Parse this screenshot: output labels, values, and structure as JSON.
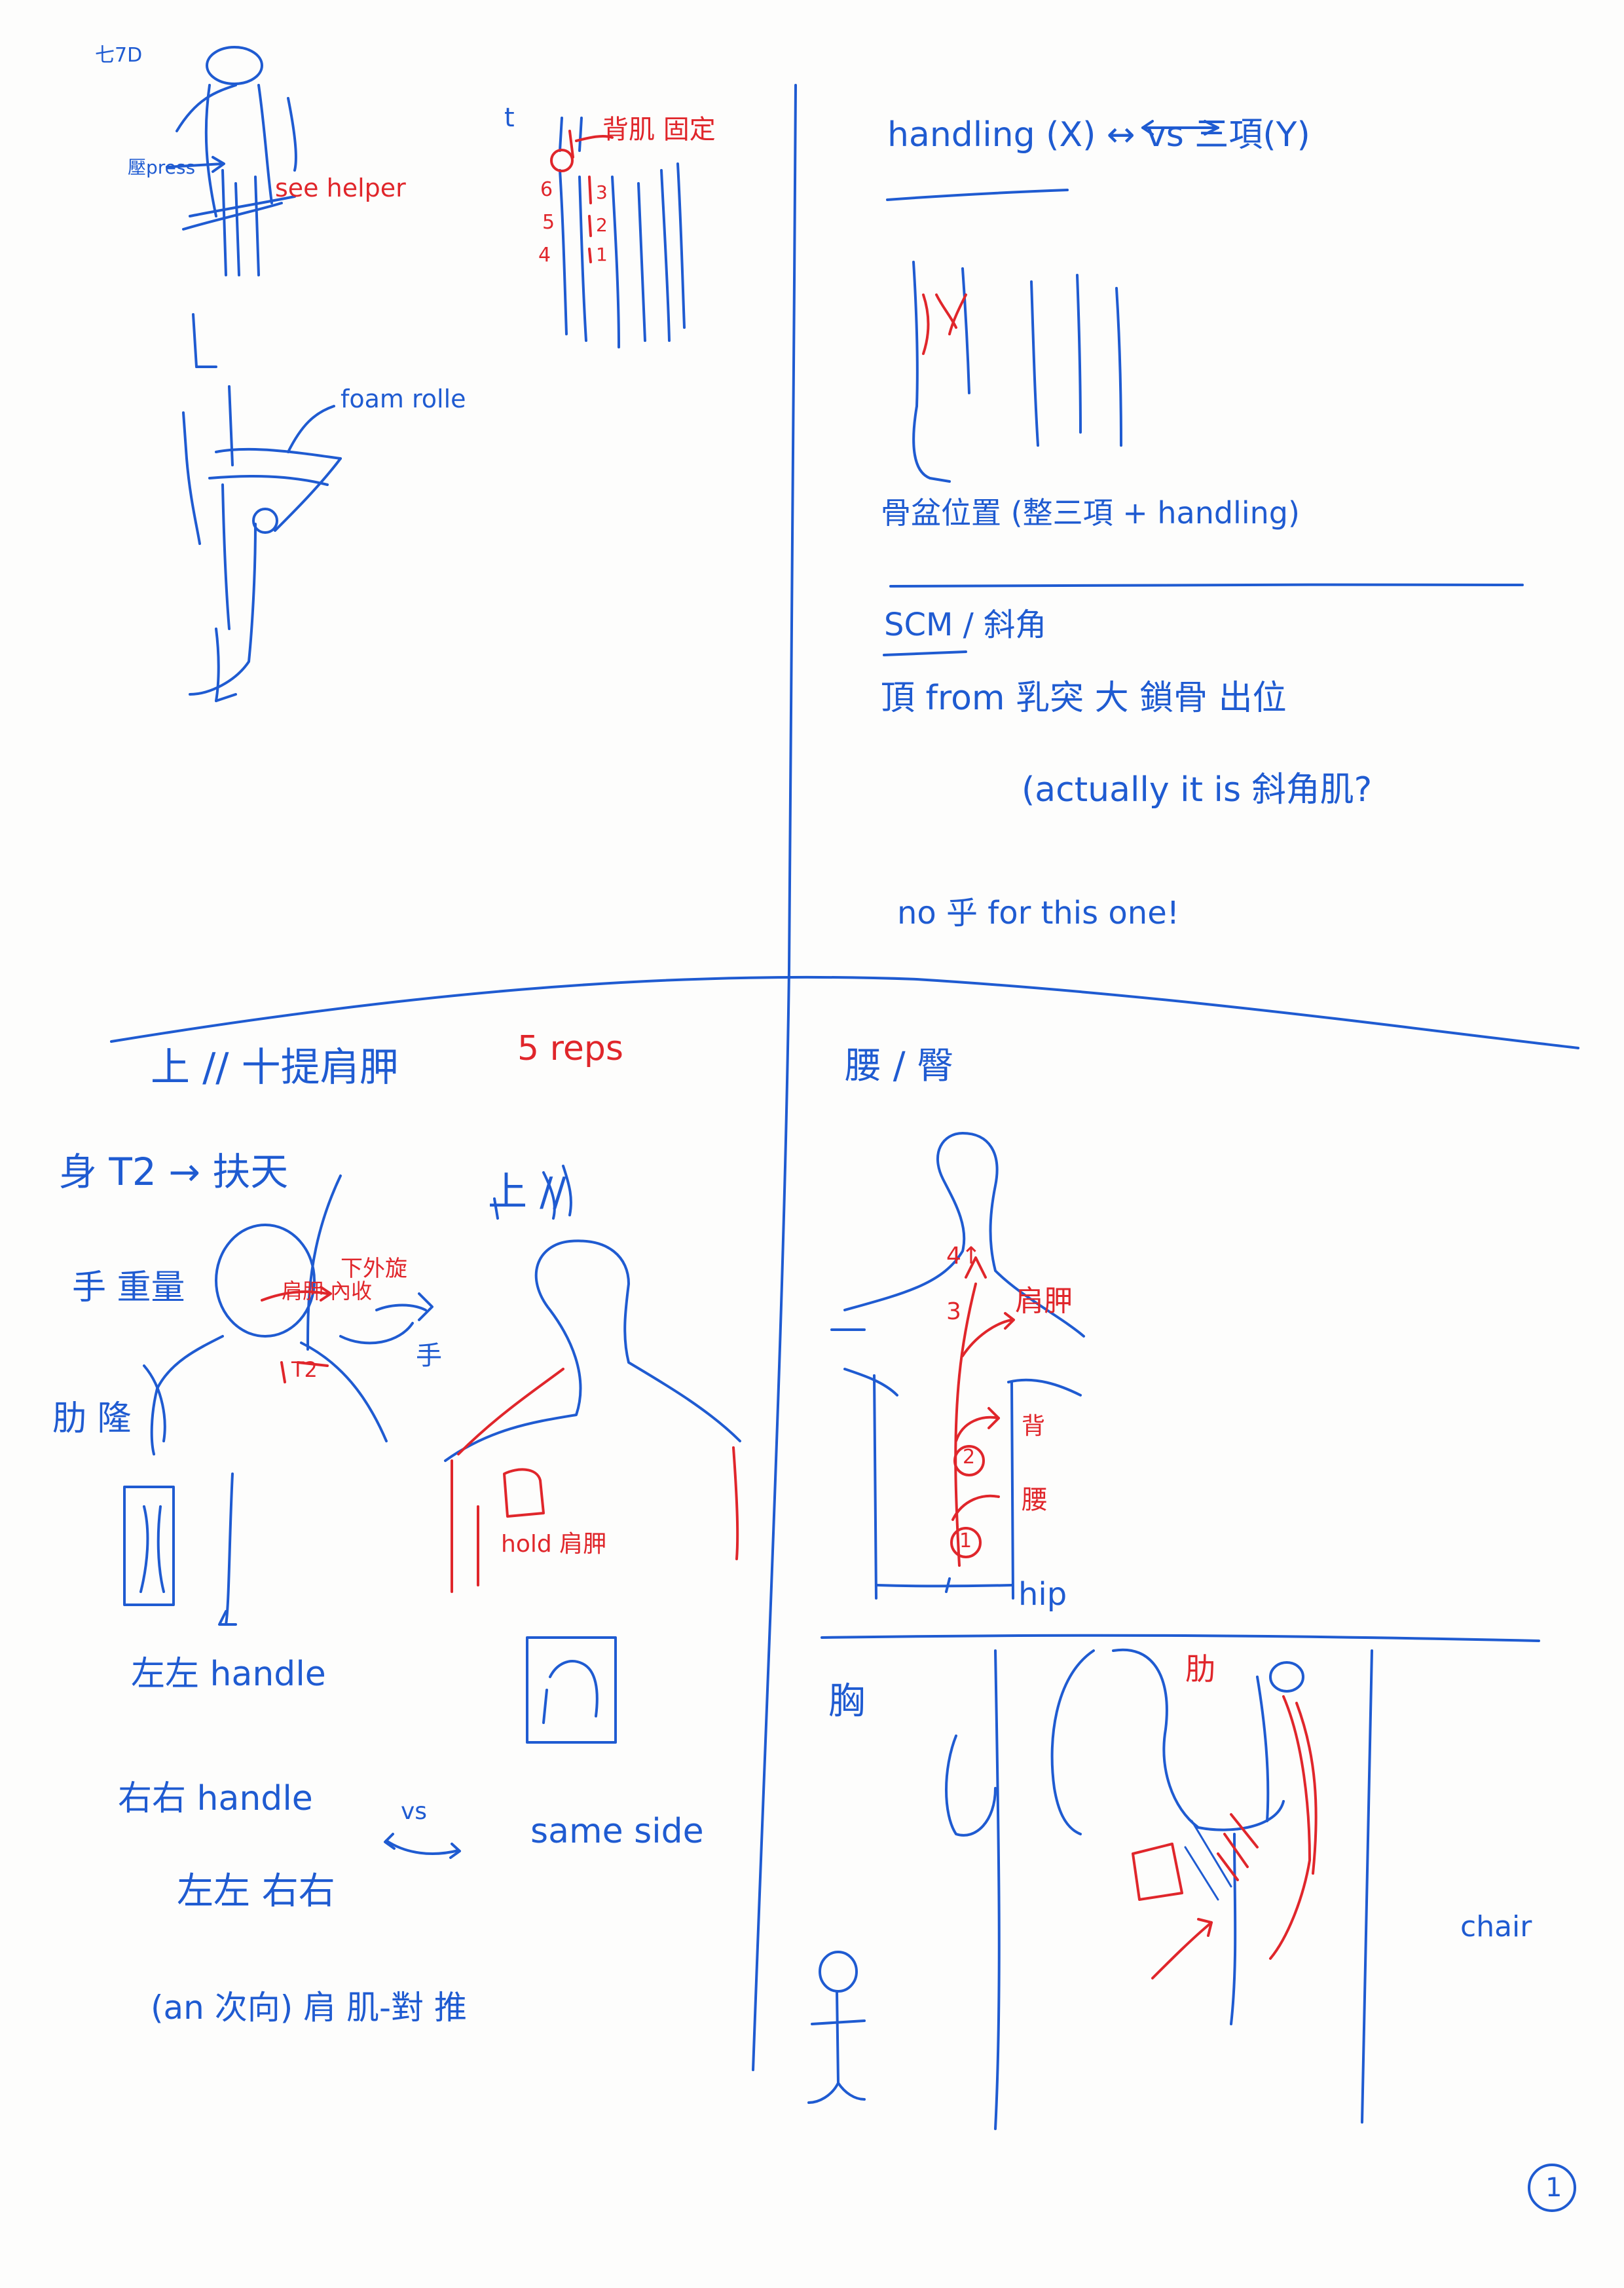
{
  "colors": {
    "ink_blue": "#1f5bd1",
    "ink_red": "#e0262b",
    "paper": "#fdfdfc"
  },
  "top_left": {
    "corner_note": "七7D",
    "press_note": "壓press",
    "see_helper_note": "see helper",
    "foam_roller_note": "foam rolle",
    "right_top_note": "背肌 固定",
    "spine_numbers": [
      "6",
      "5",
      "4"
    ],
    "rib_numbers": [
      "3",
      "2",
      "1"
    ],
    "mini_label": "t"
  },
  "top_right": {
    "heading": "handling (X) ↔ vs 三項(Y)",
    "caption": "骨盆位置 (整三項 + handling)",
    "scm_title": "SCM / 斜角",
    "scm_line1": "頂 from 乳突 大 鎖骨 出位",
    "scm_line2": "(actually it is 斜角肌?",
    "scm_line3": "no 乎 for this one!"
  },
  "bottom_left": {
    "title": "上 // 十提肩胛",
    "reps": "5 reps",
    "t2_note": "身 T2 → 扶天",
    "lateral_label": "上 //",
    "side_note_1": "手 重量",
    "side_note_2": "肋 隆",
    "red_note_1": "下外旋",
    "red_note_2": "肩胛 內收",
    "hold_note": "hold 肩胛",
    "t2_red": "T2",
    "hand_note": "手",
    "list_1": "左左 handle",
    "list_2": "右右 handle",
    "list_3": "左左 右右",
    "vs": "vs",
    "same_side": "same side",
    "bottom_note": "(an 次向) 肩 肌-對 推"
  },
  "bottom_right": {
    "title": "腰 / 臀",
    "labels": [
      "4↑",
      "3",
      "2",
      "1"
    ],
    "shoulder_label": "肩胛",
    "mid_label": "背",
    "waist_label": "腰",
    "hip_label": "hip",
    "chest_title": "胸",
    "chest_red": "肋",
    "chair_note": "chair",
    "page_number": "1"
  }
}
